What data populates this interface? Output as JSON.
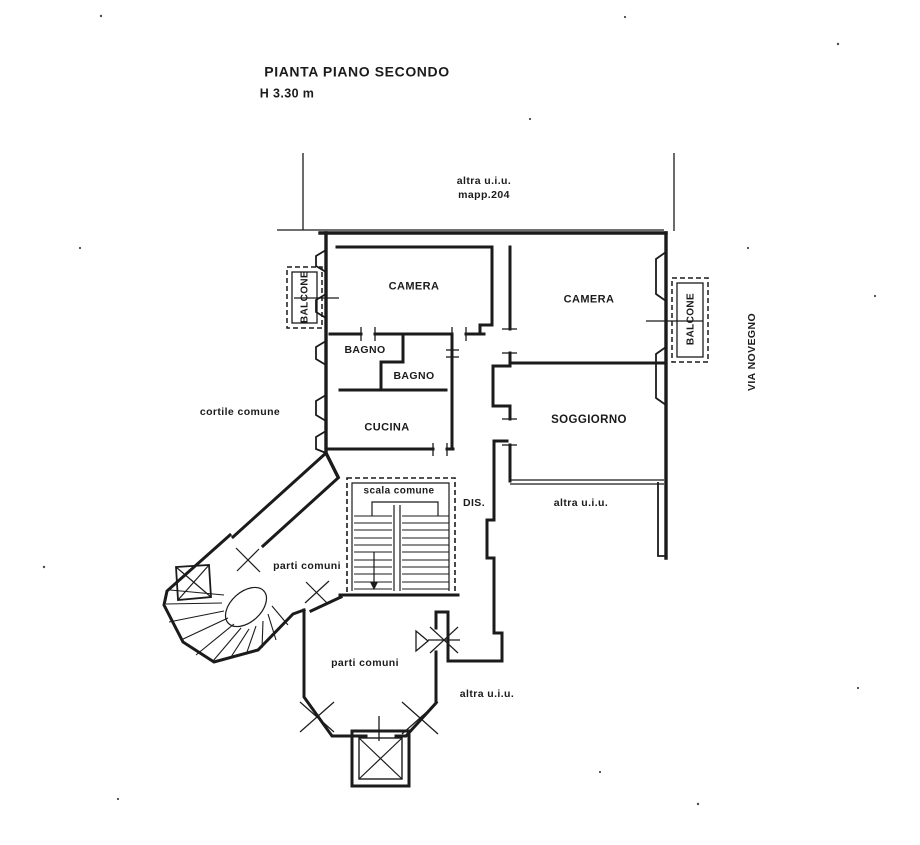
{
  "document": {
    "type": "scanned cadastral floor plan",
    "ink_color": "#1b1b1b",
    "paper_color": "#ffffff"
  },
  "labels": {
    "title": "PIANTA PIANO SECONDO",
    "height_note": "H 3.30 m",
    "altra_uiu_top_line1": "altra u.i.u.",
    "altra_uiu_top_line2": "mapp.204",
    "balcone_left": "BALCONE",
    "balcone_right": "BALCONE",
    "camera_left": "CAMERA",
    "camera_right": "CAMERA",
    "bagno_upper": "BAGNO",
    "bagno_lower": "BAGNO",
    "cortile_comune": "cortile comune",
    "cucina": "CUCINA",
    "soggiorno": "SOGGIORNO",
    "via_novegno": "VIA NOVEGNO",
    "scala_comune": "scala comune",
    "disimpegno": "DIS.",
    "altra_uiu_right": "altra u.i.u.",
    "parti_comuni_upper": "parti comuni",
    "parti_comuni_lower": "parti comuni",
    "altra_uiu_bottom": "altra u.i.u."
  }
}
